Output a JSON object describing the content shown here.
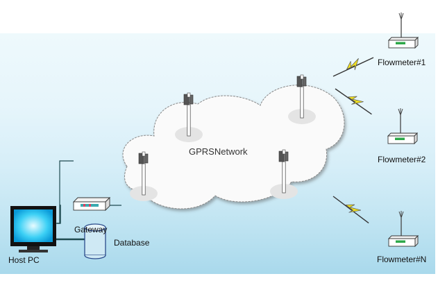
{
  "diagram": {
    "network": {
      "label": "GPRSNetwork"
    },
    "gateway": {
      "label": "Gateway"
    },
    "host": {
      "label": "Host PC"
    },
    "database": {
      "label": "Database"
    },
    "flowmeters": [
      {
        "label": "Flowmeter#1"
      },
      {
        "label": "Flowmeter#2"
      },
      {
        "label": "Flowmeter#N"
      }
    ],
    "colors": {
      "background_top": "#eef9fc",
      "background_bottom": "#a9d9ec",
      "cloud_fill": "#fafafa",
      "lightning": "#f0e020",
      "screen": "#28c8f0",
      "link_line": "#1e4a50"
    }
  }
}
